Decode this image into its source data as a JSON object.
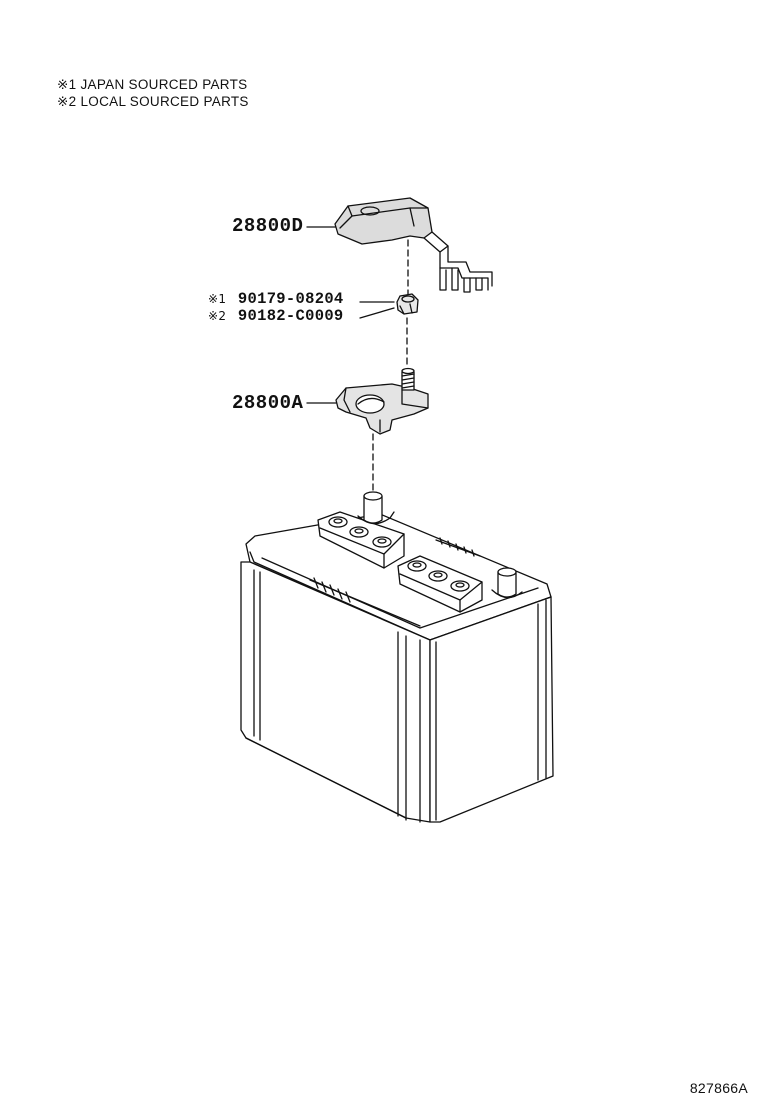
{
  "legend": {
    "items": [
      {
        "mark": "※1",
        "text": "JAPAN SOURCED PARTS"
      },
      {
        "mark": "※2",
        "text": "LOCAL SOURCED PARTS"
      }
    ]
  },
  "parts": {
    "cover": "28800D",
    "nut_japan": {
      "mark": "※1",
      "number": "90179-08204"
    },
    "nut_local": {
      "mark": "※2",
      "number": "90182-C0009"
    },
    "clamp": "28800A"
  },
  "figure_id": "827866A"
}
